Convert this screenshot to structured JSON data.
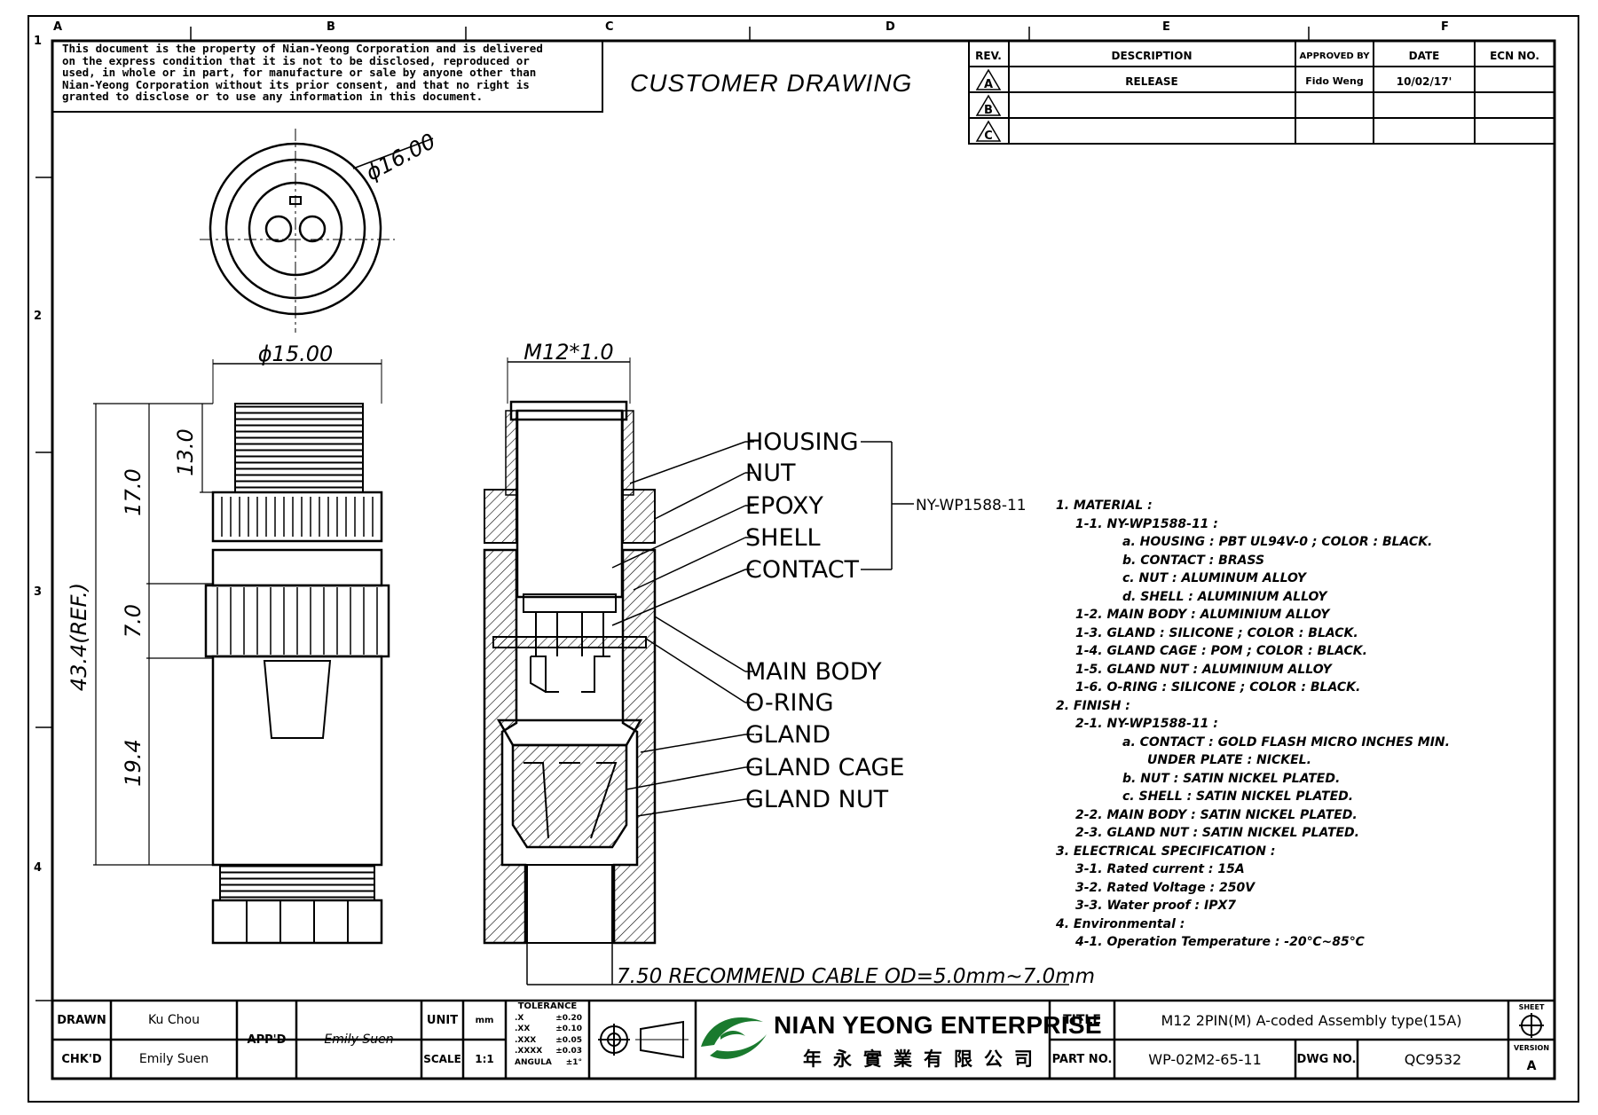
{
  "notice": {
    "lines": [
      "This document is the property of Nian-Yeong Corporation and is delivered",
      "on  the  express condition that it is not to be disclosed, reproduced or",
      "used, in whole or in part, for manufacture or sale by anyone other than",
      "Nian-Yeong Corporation without  its prior consent, and that  no right  is",
      "granted to disclose or to use any information in this  document."
    ]
  },
  "drawing_title": "CUSTOMER  DRAWING",
  "grid": {
    "columns": [
      "A",
      "B",
      "C",
      "D",
      "E",
      "F"
    ],
    "rows": [
      "1",
      "2",
      "3",
      "4"
    ]
  },
  "revision_table": {
    "headers": [
      "REV.",
      "DESCRIPTION",
      "APPROVED BY",
      "DATE",
      "ECN NO."
    ],
    "rows": [
      {
        "rev": "A",
        "description": "RELEASE",
        "approved_by": "Fido Weng",
        "date": "10/02/17'",
        "ecn": ""
      },
      {
        "rev": "B",
        "description": "",
        "approved_by": "",
        "date": "",
        "ecn": ""
      },
      {
        "rev": "C",
        "description": "",
        "approved_by": "",
        "date": "",
        "ecn": ""
      }
    ]
  },
  "dimensions": {
    "outer_dia": "ϕ16.00",
    "body_dia": "ϕ15.00",
    "thread": "M12*1.0",
    "thread_len": "13.0",
    "upper_len": "17.0",
    "mid_len": "7.0",
    "lower_len": "19.4",
    "total_len": "43.4(REF.)",
    "cable_note": "7.50  RECOMMEND  CABLE  OD=5.0mm~7.0mm"
  },
  "callouts": {
    "housing": "HOUSING",
    "nut": "NUT",
    "epoxy": "EPOXY",
    "shell": "SHELL",
    "contact": "CONTACT",
    "part_ref": "NY-WP1588-11",
    "main_body": "MAIN BODY",
    "oring": "O-RING",
    "gland": "GLAND",
    "gland_cage": "GLAND CAGE",
    "gland_nut": "GLAND NUT"
  },
  "specs": [
    {
      "lvl": 0,
      "text": "1.  MATERIAL :"
    },
    {
      "lvl": 1,
      "text": "1-1.  NY-WP1588-11  :"
    },
    {
      "lvl": 2,
      "text": "a.  HOUSING  :  PBT  UL94V-0  ;  COLOR  :  BLACK."
    },
    {
      "lvl": 2,
      "text": "b.  CONTACT  :  BRASS"
    },
    {
      "lvl": 2,
      "text": "c.  NUT  :  ALUMINUM  ALLOY"
    },
    {
      "lvl": 2,
      "text": "d.  SHELL  :  ALUMINIUM  ALLOY"
    },
    {
      "lvl": 1,
      "text": "1-2.  MAIN  BODY  :  ALUMINIUM  ALLOY"
    },
    {
      "lvl": 1,
      "text": "1-3.  GLAND  :  SILICONE  ;  COLOR  :  BLACK."
    },
    {
      "lvl": 1,
      "text": "1-4.  GLAND  CAGE  :  POM  ;  COLOR  :  BLACK."
    },
    {
      "lvl": 1,
      "text": "1-5.  GLAND  NUT  :  ALUMINIUM  ALLOY"
    },
    {
      "lvl": 1,
      "text": "1-6.  O-RING  :  SILICONE  ;  COLOR  :  BLACK."
    },
    {
      "lvl": 0,
      "text": "2.  FINISH  :"
    },
    {
      "lvl": 1,
      "text": "2-1.  NY-WP1588-11  :"
    },
    {
      "lvl": 2,
      "text": "a.  CONTACT  :  GOLD  FLASH  MICRO  INCHES  MIN."
    },
    {
      "lvl": 3,
      "text": "UNDER  PLATE  :  NICKEL."
    },
    {
      "lvl": 2,
      "text": "b.  NUT  :  SATIN  NICKEL  PLATED."
    },
    {
      "lvl": 2,
      "text": "c.  SHELL  :  SATIN  NICKEL  PLATED."
    },
    {
      "lvl": 1,
      "text": "2-2.  MAIN  BODY  :  SATIN  NICKEL  PLATED."
    },
    {
      "lvl": 1,
      "text": "2-3.  GLAND  NUT  :  SATIN  NICKEL  PLATED."
    },
    {
      "lvl": 0,
      "text": "3.  ELECTRICAL  SPECIFICATION  :"
    },
    {
      "lvl": 1,
      "text": "3-1.  Rated  current  :  15A"
    },
    {
      "lvl": 1,
      "text": "3-2.  Rated  Voltage  :  250V"
    },
    {
      "lvl": 1,
      "text": "3-3.  Water  proof  :  IPX7"
    },
    {
      "lvl": 0,
      "text": "4.  Environmental  :"
    },
    {
      "lvl": 1,
      "text": "4-1.  Operation  Temperature  :  -20℃~85℃"
    }
  ],
  "title_block": {
    "drawn_label": "DRAWN",
    "drawn_value": "Ku Chou",
    "chkd_label": "CHK'D",
    "chkd_value": "Emily Suen",
    "appd_label": "APP'D",
    "appd_value": "Emily Suen",
    "unit_label": "UNIT",
    "unit_value": "mm",
    "scale_label": "SCALE",
    "scale_value": "1:1",
    "tolerance_label": "TOLERANCE",
    "tolerances": [
      {
        "k": ".X",
        "v": "±0.20"
      },
      {
        "k": ".XX",
        "v": "±0.10"
      },
      {
        "k": ".XXX",
        "v": "±0.05"
      },
      {
        "k": ".XXXX",
        "v": "±0.03"
      },
      {
        "k": "ANGULA",
        "v": "±1°"
      }
    ],
    "company_name": "NIAN YEONG ENTERPRISE",
    "company_cn": "年永實業有限公司",
    "title_label": "TITLE",
    "title_value": "M12  2PIN(M)  A-coded  Assembly  type(15A)",
    "part_label": "PART NO.",
    "part_value": "WP-02M2-65-11",
    "dwg_label": "DWG NO.",
    "dwg_value": "QC9532",
    "sheet_label": "SHEET",
    "version_label": "VERSION",
    "version_value": "A"
  }
}
